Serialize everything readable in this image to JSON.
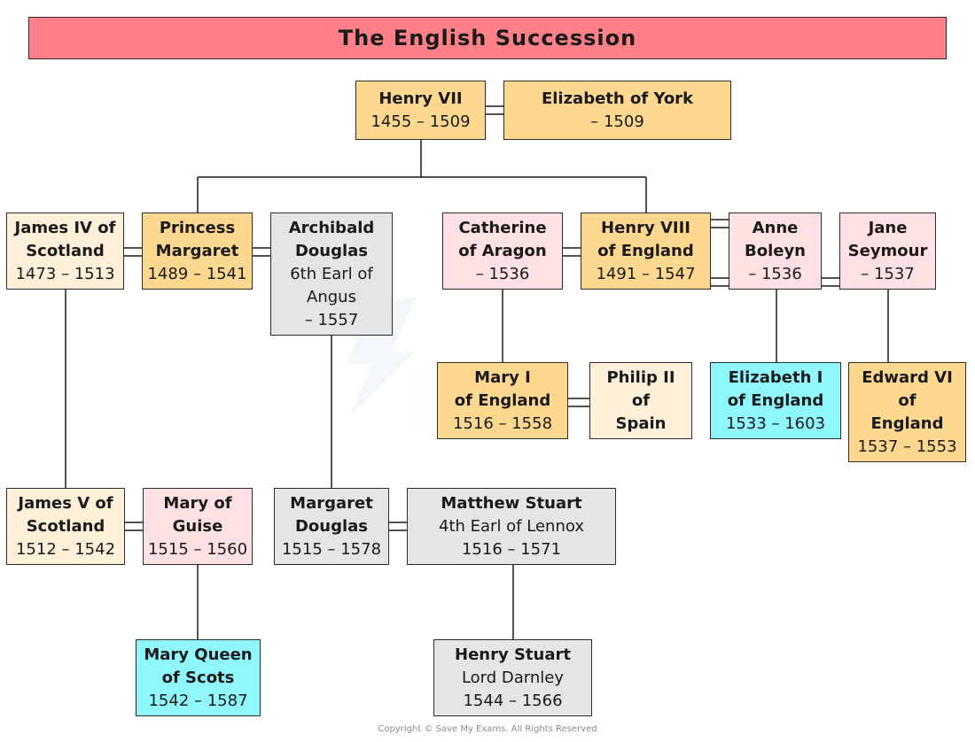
{
  "title": "The English Succession",
  "copyright": "Copyright © Save My Exams. All Rights Reserved",
  "colors": {
    "title": "#ff8089",
    "orange": "#ffd88f",
    "light-orange": "#fff0d9",
    "pink": "#ffe0e3",
    "grey": "#e5e5e5",
    "cyan": "#8ff8ff"
  },
  "people": {
    "henry_vii": {
      "name": [
        "Henry VII"
      ],
      "dates": "1455 – 1509",
      "color": "orange"
    },
    "elizabeth_york": {
      "name": [
        "Elizabeth of York"
      ],
      "dates": "– 1509",
      "color": "orange"
    },
    "james_iv": {
      "name": [
        "James IV of",
        "Scotland"
      ],
      "dates": "1473 – 1513",
      "color": "light-orange"
    },
    "princess_margaret": {
      "name": [
        "Princess",
        "Margaret"
      ],
      "dates": "1489 – 1541",
      "color": "orange"
    },
    "archibald_douglas": {
      "name": [
        "Archibald",
        "Douglas"
      ],
      "style": [
        "6th Earl of",
        "Angus"
      ],
      "dates": "– 1557",
      "color": "grey"
    },
    "catherine_aragon": {
      "name": [
        "Catherine",
        "of Aragon"
      ],
      "dates": "– 1536",
      "color": "pink"
    },
    "henry_viii": {
      "name": [
        "Henry VIII",
        "of England"
      ],
      "dates": "1491 – 1547",
      "color": "orange"
    },
    "anne_boleyn": {
      "name": [
        "Anne",
        "Boleyn"
      ],
      "dates": "– 1536",
      "color": "pink"
    },
    "jane_seymour": {
      "name": [
        "Jane",
        "Seymour"
      ],
      "dates": "– 1537",
      "color": "pink"
    },
    "mary_i": {
      "name": [
        "Mary I",
        "of England"
      ],
      "dates": "1516 – 1558",
      "color": "orange"
    },
    "philip_ii": {
      "name": [
        "Philip II",
        "of",
        "Spain"
      ],
      "dates": "",
      "color": "light-orange"
    },
    "elizabeth_i": {
      "name": [
        "Elizabeth I",
        "of England"
      ],
      "dates": "1533 – 1603",
      "color": "cyan"
    },
    "edward_vi": {
      "name": [
        "Edward VI",
        "of",
        "England"
      ],
      "dates": "1537 – 1553",
      "color": "orange"
    },
    "james_v": {
      "name": [
        "James V of",
        "Scotland"
      ],
      "dates": "1512 – 1542",
      "color": "light-orange"
    },
    "mary_guise": {
      "name": [
        "Mary of",
        "Guise"
      ],
      "dates": "1515 – 1560",
      "color": "pink"
    },
    "margaret_douglas": {
      "name": [
        "Margaret",
        "Douglas"
      ],
      "dates": "1515 – 1578",
      "color": "grey"
    },
    "matthew_stuart": {
      "name": [
        "Matthew Stuart"
      ],
      "style": [
        "4th Earl of Lennox"
      ],
      "dates": "1516 – 1571",
      "color": "grey"
    },
    "mary_queen_scots": {
      "name": [
        "Mary Queen",
        "of Scots"
      ],
      "dates": "1542 – 1587",
      "color": "cyan"
    },
    "henry_stuart": {
      "name": [
        "Henry Stuart"
      ],
      "style": [
        "Lord Darnley"
      ],
      "dates": "1544 – 1566",
      "color": "grey"
    }
  },
  "marriages": [
    [
      "henry_vii",
      "elizabeth_york"
    ],
    [
      "james_iv",
      "princess_margaret"
    ],
    [
      "princess_margaret",
      "archibald_douglas"
    ],
    [
      "catherine_aragon",
      "henry_viii"
    ],
    [
      "henry_viii",
      "anne_boleyn"
    ],
    [
      "anne_boleyn",
      "jane_seymour"
    ],
    [
      "mary_i",
      "philip_ii"
    ],
    [
      "james_v",
      "mary_guise"
    ],
    [
      "margaret_douglas",
      "matthew_stuart"
    ]
  ],
  "descent": [
    [
      "henry_vii",
      "princess_margaret"
    ],
    [
      "henry_vii",
      "henry_viii"
    ],
    [
      "james_iv",
      "james_v"
    ],
    [
      "archibald_douglas",
      "margaret_douglas"
    ],
    [
      "catherine_aragon",
      "mary_i"
    ],
    [
      "anne_boleyn",
      "elizabeth_i"
    ],
    [
      "jane_seymour",
      "edward_vi"
    ],
    [
      "mary_guise",
      "mary_queen_scots"
    ],
    [
      "matthew_stuart",
      "henry_stuart"
    ]
  ]
}
